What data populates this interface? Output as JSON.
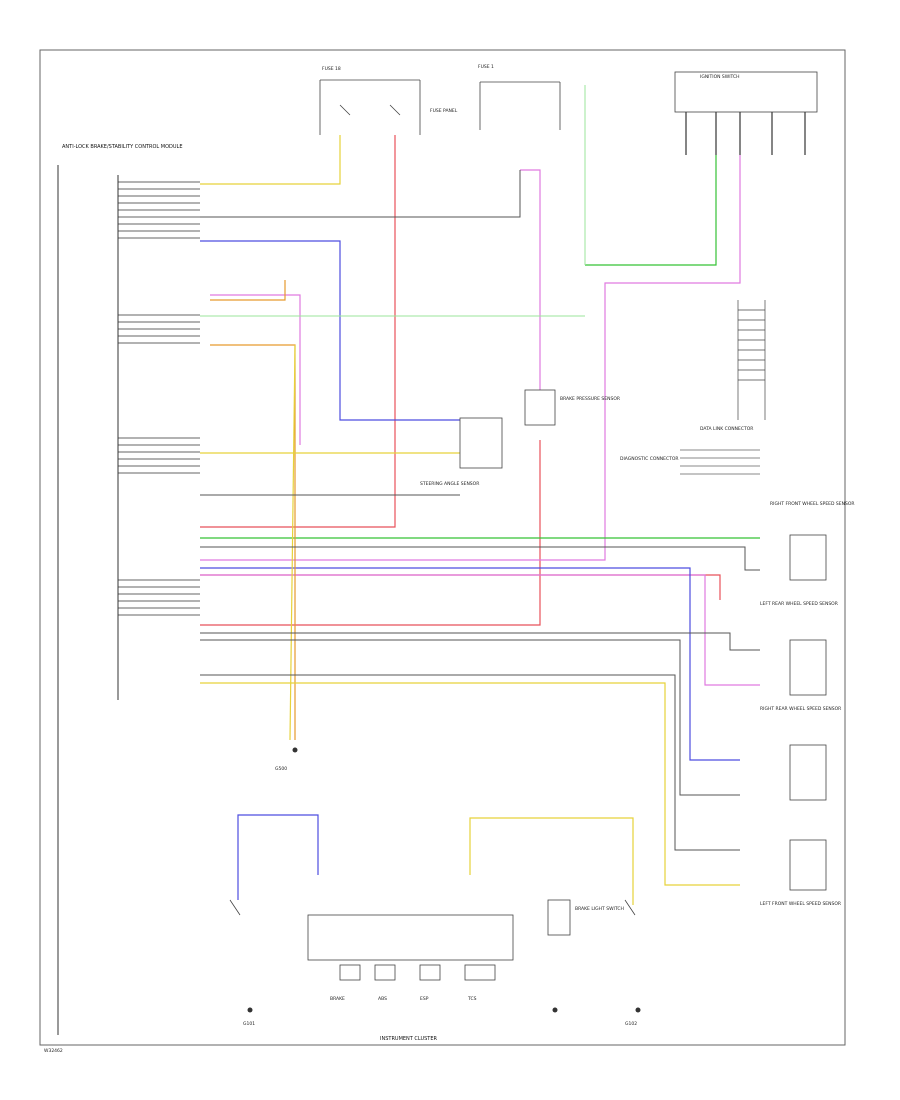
{
  "diagram": {
    "abs_module": "ANTI-LOCK BRAKE/STABILITY CONTROL MODULE",
    "fuse_a": "FUSE 18",
    "fuse_b": "FUSE 1",
    "fuse_panel": "FUSE PANEL",
    "ignition_switch": "IGNITION SWITCH",
    "steering_sensor": "STEERING ANGLE SENSOR",
    "data_link": "DATA LINK CONNECTOR",
    "brake_pressure": "BRAKE PRESSURE SENSOR",
    "dlc": "DIAGNOSTIC CONNECTOR",
    "rf_sensor": "RIGHT FRONT WHEEL SPEED SENSOR",
    "lr_sensor": "LEFT REAR WHEEL SPEED SENSOR",
    "rr_sensor": "RIGHT REAR WHEEL SPEED SENSOR",
    "lf_sensor": "LEFT FRONT WHEEL SPEED SENSOR",
    "instrument_cluster": "INSTRUMENT CLUSTER",
    "brake_light_switch": "BRAKE LIGHT SWITCH",
    "ground_a": "G500",
    "ground_b": "G101",
    "ground_c": "G102",
    "footer_code": "W32462",
    "cluster_lamps": [
      "BRAKE",
      "ABS",
      "ESP",
      "TCS"
    ],
    "colors": {
      "red": "#e8525a",
      "pink": "#e07ae0",
      "blue": "#4d4de0",
      "green": "#35c235",
      "yellow": "#e6d23a",
      "orange": "#e69a2e",
      "dark": "#555555",
      "light_green": "#9be59b"
    }
  }
}
